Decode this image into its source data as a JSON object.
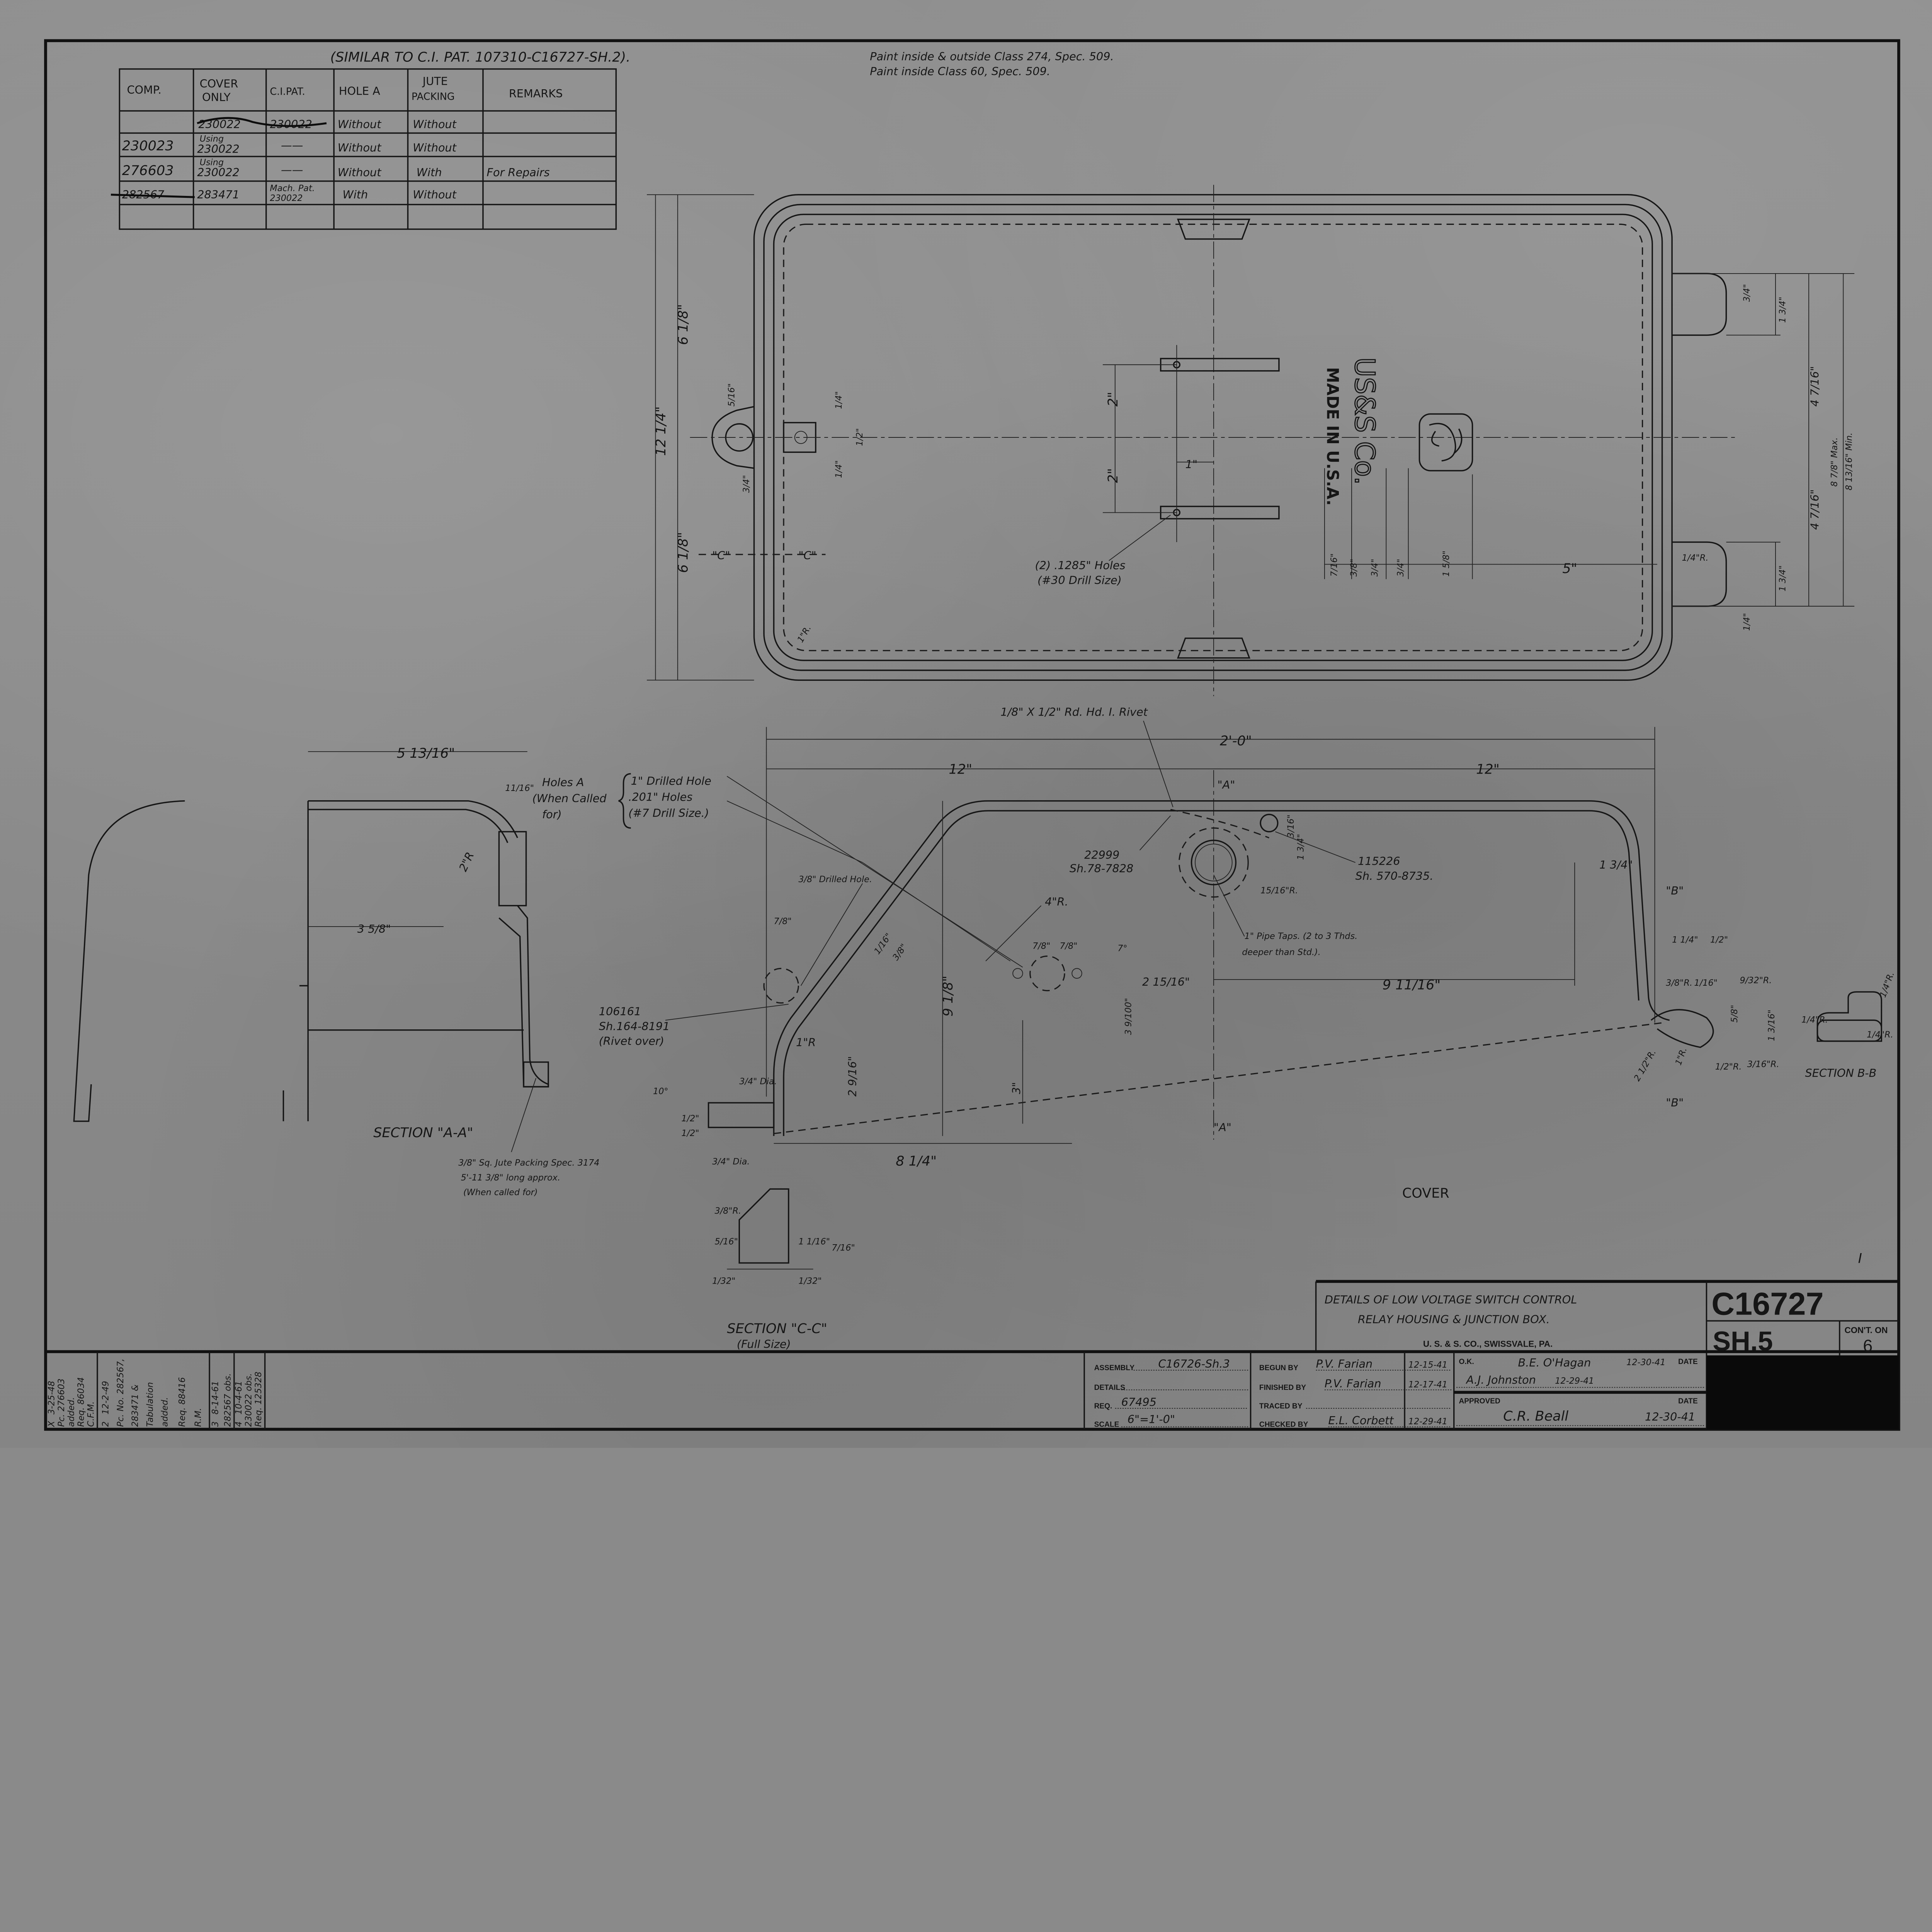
{
  "notes": {
    "similar": "(SIMILAR TO C.I. PAT. 107310-C16727-SH.2).",
    "paint": [
      "Paint inside & outside Class 274, Spec. 509.",
      "Paint inside Class 60, Spec. 509."
    ],
    "corner_mark": "I"
  },
  "table": {
    "headers": [
      "COMP.",
      "COVER",
      "ONLY",
      "C.I.PAT.",
      "HOLE A",
      "JUTE",
      "PACKING",
      "REMARKS"
    ],
    "rows": [
      {
        "comp": "",
        "cover_note": "",
        "cover": "230022",
        "ci": "230022",
        "hole": "Without",
        "jute": "Without",
        "remarks": "",
        "struck": true
      },
      {
        "comp": "230023",
        "cover_note": "Using",
        "cover": "230022",
        "ci": "——",
        "hole": "Without",
        "jute": "Without",
        "remarks": ""
      },
      {
        "comp": "276603",
        "cover_note": "Using",
        "cover": "230022",
        "ci": "——",
        "hole": "Without",
        "jute": "With",
        "remarks": "For Repairs"
      },
      {
        "comp": "282567",
        "cover_note": "",
        "cover": "283471",
        "ci": "Mach. Pat.",
        "ci2": "230022",
        "hole": "With",
        "jute": "Without",
        "remarks": ""
      }
    ]
  },
  "plan_view": {
    "logo_text": "US&S Co.",
    "made_in": "MADE IN U.S.A.",
    "holes_note": [
      "(2) .1285\" Holes",
      "(#30 Drill Size)"
    ],
    "section_c": "\"C\"",
    "dims": {
      "overall": "12 1/4\"",
      "half_top": "6 1/8\"",
      "half_bottom": "6 1/8\"",
      "slot_top": "2\"",
      "slot_bottom": "2\"",
      "slot_offset": "1\"",
      "boss_a": "1/4\"",
      "boss_b": "1/4\"",
      "boss_c": "1/2\"",
      "boss_d": "5/16\"",
      "boss_e": "3/4\"",
      "chain": [
        "7/16\"",
        "3/8\"",
        "3/4\"",
        "3/4\"",
        "1 5/8\"",
        "5\""
      ],
      "tab_w": "3/4\"",
      "tab_h_top": "1 3/4\"",
      "tab_h_bottom": "1 3/4\"",
      "tab_gap": "1/4\"",
      "half_right_top": "4 7/16\"",
      "half_right_bottom": "4 7/16\"",
      "max": "8 7/8\" Max.",
      "min": "8 13/16\" Min.",
      "corner_r": "1/4\"R.",
      "corner_r2": "1\"R."
    }
  },
  "cover_view": {
    "title": "COVER",
    "rivet": "1/8\" X 1/2\" Rd. Hd. I. Rivet",
    "overall": "2'-0\"",
    "half_left": "12\"",
    "half_right": "12\"",
    "section_a": "\"A\"",
    "part_22999": [
      "22999",
      "Sh.78-7828"
    ],
    "part_115226": [
      "115226",
      "Sh. 570-8735."
    ],
    "pipe_taps": [
      "1\" Pipe Taps. (2 to 3 Thds.",
      "deeper than Std.)."
    ],
    "drilled_hole": "3/8\" Drilled Hole.",
    "part_106161": [
      "106161",
      "Sh.164-8191",
      "(Rivet over)"
    ],
    "dims": {
      "r4": "4\"R.",
      "r15_16": "15/16\"R.",
      "t3_16": "3/16\"",
      "h1_3_4": "1 3/4\"",
      "w7_8a": "7/8\"",
      "w7_8b": "7/8\"",
      "w7_8c": "7/8\"",
      "angle": "7°",
      "d2_15_16": "2 15/16\"",
      "d3_9_100": "3 9/100\"",
      "h9_1_8": "9 1/8\"",
      "h3": "3\"",
      "w8_1_4": "8 1/4\"",
      "w9_11_16": "9 11/16\"",
      "r1": "1\"R",
      "h2_9_16": "2 9/16\"",
      "h1_3_4b": "1 3/4\"",
      "w1_1_4": "1 1/4\"",
      "w1_2": "1/2\"",
      "section_b": "\"B\"",
      "r9_32": "9/32\"R.",
      "r3_8": "3/8\"R.",
      "w1_16": "1/16\"",
      "h5_8": "5/8\"",
      "h1_3_16": "1 3/16\"",
      "r1_2": "1/2\"R.",
      "r3_16": "3/16\"R.",
      "r2_1_2": "2 1/2\"R.",
      "r1b": "1\"R.",
      "t1_16": "1/16\"",
      "t3_8": "3/8\""
    }
  },
  "section_aa": {
    "title": "SECTION \"A-A\"",
    "w5_13_16": "5 13/16\"",
    "w11_16": "11/16\"",
    "r2": "2\"R",
    "w3_5_8": "3 5/8\"",
    "holes_a": [
      "Holes A",
      "(When Called",
      "for)"
    ],
    "holes_a_detail": [
      "1\" Drilled Hole",
      ".201\" Holes",
      "(#7 Drill Size.)"
    ],
    "jute": [
      "3/8\" Sq. Jute Packing Spec. 3174",
      "5'-11 3/8\" long approx.",
      "(When called for)"
    ]
  },
  "section_cc": {
    "title": "SECTION \"C-C\"",
    "subtitle": "(Full Size)",
    "dims": [
      "10°",
      "1/2\"",
      "1/2\"",
      "3/4\" Dia.",
      "3/8\"R.",
      "5/16\"",
      "1/32\"",
      "1/32\"",
      "1 1/16\"",
      "7/16\"",
      "3/4\" Dia."
    ]
  },
  "section_bb": {
    "title": "SECTION B-B",
    "r_a": "1/4\"R.",
    "r_b": "1/4\"R.",
    "r_c": "1/4\"R."
  },
  "title_block": {
    "title": [
      "DETAILS OF LOW VOLTAGE SWITCH CONTROL",
      "RELAY HOUSING & JUNCTION BOX."
    ],
    "company": "U. S. & S. CO., SWISSVALE, PA.",
    "drawing_no": "C16727",
    "sheet": "SH.5",
    "cont_label": "CON'T. ON",
    "cont": "6",
    "assembly_label": "ASSEMBLY",
    "assembly": "C16726-Sh.3",
    "details_label": "DETAILS",
    "req_label": "REQ.",
    "req": "67495",
    "scale_label": "SCALE",
    "scale": "6\"=1'-0\"",
    "begun_label": "BEGUN BY",
    "begun_by": "P.V. Farian",
    "begun_date": "12-15-41",
    "finished_label": "FINISHED BY",
    "finished_by": "P.V. Farian",
    "finished_date": "12-17-41",
    "traced_label": "TRACED BY",
    "checked_label": "CHECKED BY",
    "checked_by": "E.L. Corbett",
    "checked_date": "12-29-41",
    "ok_label": "O.K.",
    "ok_by": "B.E. O'Hagan",
    "ok_date": "12-30-41",
    "ok_by2": "A.J. Johnston",
    "ok_date2": "12-29-41",
    "date_label": "DATE",
    "approved_label": "APPROVED",
    "approved_by": "C.R. Beall",
    "approved_date": "12-30-41"
  },
  "revisions": [
    {
      "mark": "X",
      "lines": [
        "3-25-48",
        "Pc. 276603",
        "added.",
        "Req. 86034",
        "C.F.M."
      ]
    },
    {
      "mark": "2",
      "lines": [
        "12-2-49",
        "Pc. No. 282567,",
        "283471 &",
        "Tabulation",
        "added.",
        "Req. 88416",
        "R.M."
      ]
    },
    {
      "mark": "3",
      "lines": [
        "8-14-61",
        "282567 obs."
      ]
    },
    {
      "mark": "4",
      "lines": [
        "10-4-61",
        "230022 obs.",
        "Req. 125328"
      ]
    }
  ]
}
